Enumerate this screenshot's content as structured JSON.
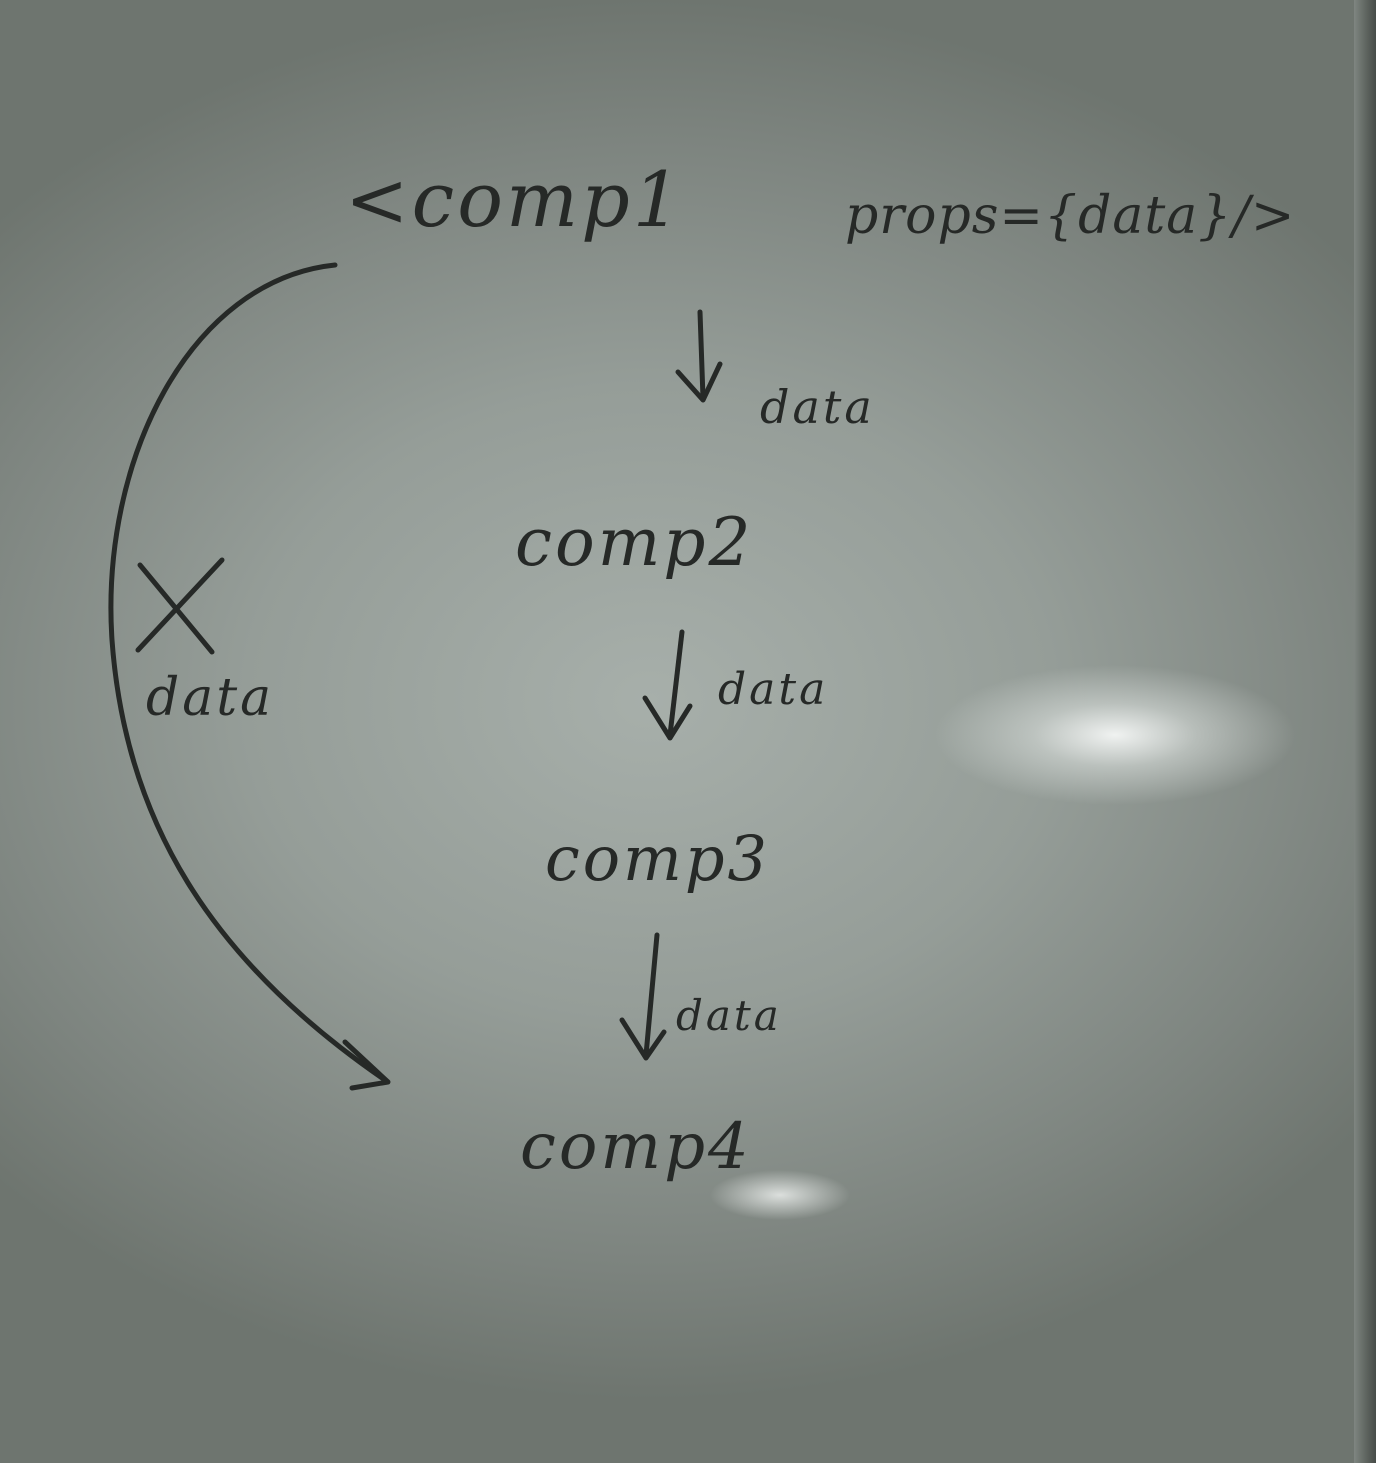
{
  "nodes": {
    "root": "<comp1",
    "root_props": "props={data}/>",
    "second": "comp2",
    "third": "comp3",
    "fourth": "comp4"
  },
  "edges": {
    "e1": "data",
    "e2": "data",
    "e3": "data",
    "direct": "data"
  },
  "colors": {
    "ink": "#262927",
    "board": "#959d98"
  }
}
